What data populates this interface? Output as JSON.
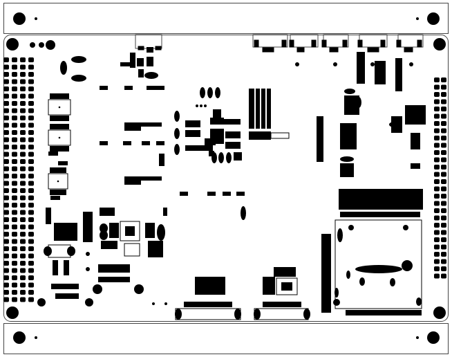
{
  "board": {
    "mounting_holes": [
      {
        "id": "tl-rail"
      },
      {
        "id": "tr-rail"
      },
      {
        "id": "bl-rail"
      },
      {
        "id": "br-rail"
      },
      {
        "id": "tl-board"
      },
      {
        "id": "tr-board"
      },
      {
        "id": "bl-board"
      },
      {
        "id": "br-board"
      }
    ],
    "headers": {
      "left_rows": 34,
      "left_cols": 4,
      "right_rows": 28,
      "right_cols": 2
    },
    "colors": {
      "ink": "#000000",
      "paper": "#ffffff",
      "outline": "#444444"
    }
  }
}
